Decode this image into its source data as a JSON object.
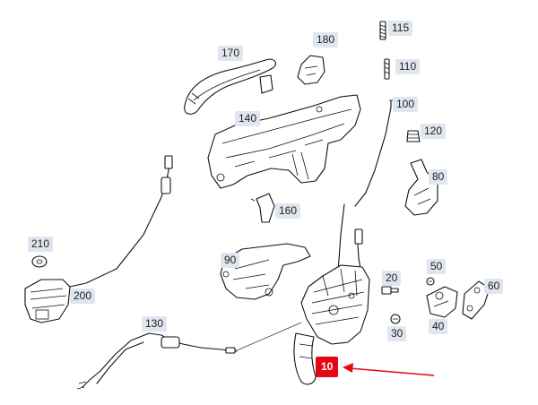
{
  "callouts": [
    {
      "id": "115",
      "label": "115"
    },
    {
      "id": "110",
      "label": "110"
    },
    {
      "id": "180",
      "label": "180"
    },
    {
      "id": "170",
      "label": "170"
    },
    {
      "id": "100",
      "label": "100"
    },
    {
      "id": "140",
      "label": "140"
    },
    {
      "id": "120",
      "label": "120"
    },
    {
      "id": "80",
      "label": "80"
    },
    {
      "id": "160",
      "label": "160"
    },
    {
      "id": "210",
      "label": "210"
    },
    {
      "id": "90",
      "label": "90"
    },
    {
      "id": "200",
      "label": "200"
    },
    {
      "id": "50",
      "label": "50"
    },
    {
      "id": "20",
      "label": "20"
    },
    {
      "id": "60",
      "label": "60"
    },
    {
      "id": "30",
      "label": "30"
    },
    {
      "id": "40",
      "label": "40"
    },
    {
      "id": "130",
      "label": "130"
    },
    {
      "id": "10",
      "label": "10"
    }
  ],
  "highlight": {
    "label": "10",
    "color": "#e30613",
    "arrow_color": "#e30613"
  },
  "colors": {
    "callout_bg": "#dfe6ef",
    "line": "#111111",
    "background": "#ffffff"
  }
}
